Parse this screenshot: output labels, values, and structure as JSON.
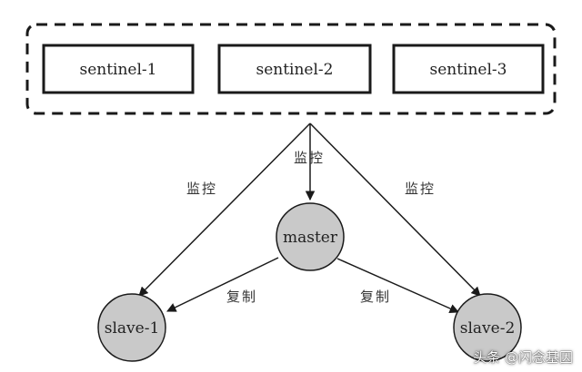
{
  "sentinels": [
    {
      "label": "sentinel-1"
    },
    {
      "label": "sentinel-2"
    },
    {
      "label": "sentinel-3"
    }
  ],
  "nodes": {
    "master": "master",
    "slave1": "slave-1",
    "slave2": "slave-2"
  },
  "edges": {
    "monitor_left": "监控",
    "monitor_center": "监控",
    "monitor_right": "监控",
    "replicate_left": "复制",
    "replicate_right": "复制"
  },
  "watermark": "头条 @闪念基因",
  "colors": {
    "node_fill": "#c9c9c9",
    "stroke": "#1a1a1a"
  }
}
